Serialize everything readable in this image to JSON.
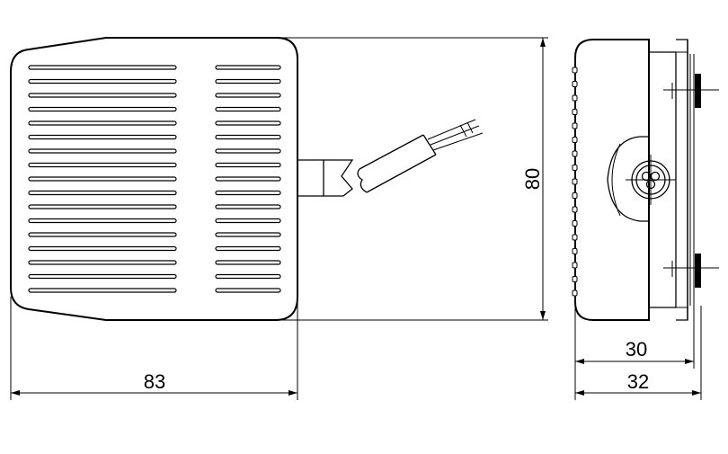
{
  "drawing": {
    "dimensions": {
      "width_front": "83",
      "height_front": "80",
      "depth_body": "30",
      "depth_total": "32"
    }
  }
}
